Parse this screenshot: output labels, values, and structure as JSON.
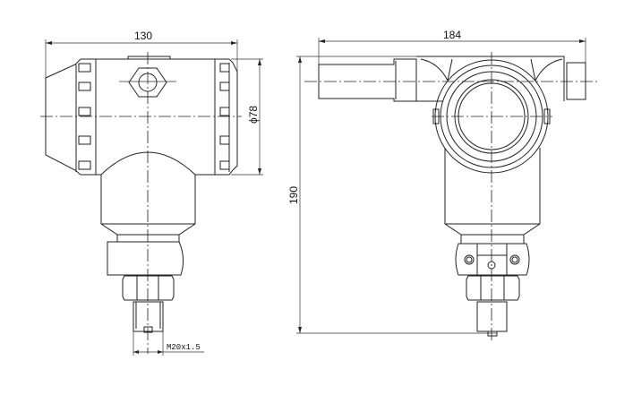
{
  "side_view": {
    "width_label": "130",
    "diameter_label": "ϕ78",
    "thread_label": "M20x1.5"
  },
  "front_view": {
    "width_label": "184",
    "height_label": "190"
  }
}
